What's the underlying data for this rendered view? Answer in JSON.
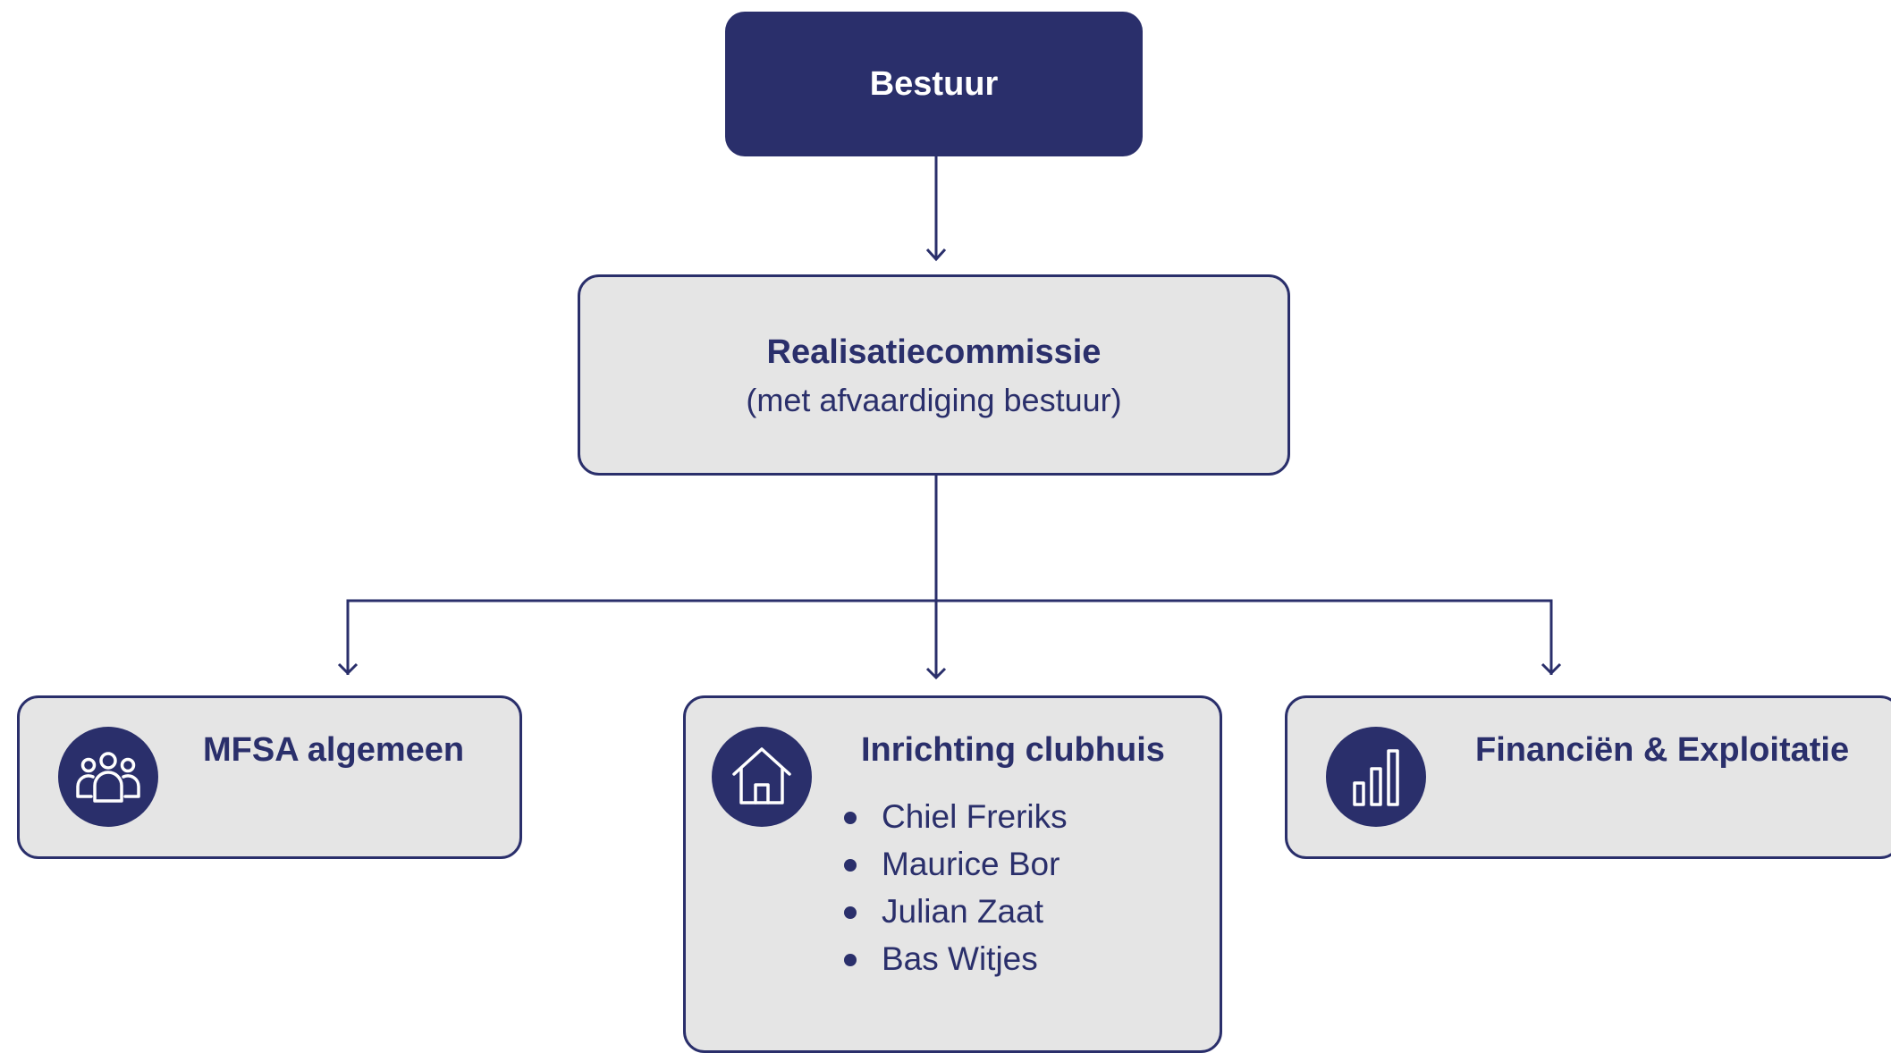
{
  "top_node": {
    "title": "Bestuur"
  },
  "middle_node": {
    "title": "Realisatiecommissie",
    "subtitle": "(met afvaardiging bestuur)"
  },
  "children": [
    {
      "title": "MFSA algemeen",
      "icon": "people-group-icon"
    },
    {
      "title": "Inrichting clubhuis",
      "icon": "house-icon",
      "members": [
        "Chiel Freriks",
        "Maurice Bor",
        "Julian Zaat",
        "Bas Witjes"
      ]
    },
    {
      "title": "Financiën & Exploitatie",
      "icon": "bar-chart-icon"
    }
  ],
  "colors": {
    "primary": "#2a2f6b",
    "box_fill": "#e5e5e5",
    "background": "#ffffff"
  }
}
